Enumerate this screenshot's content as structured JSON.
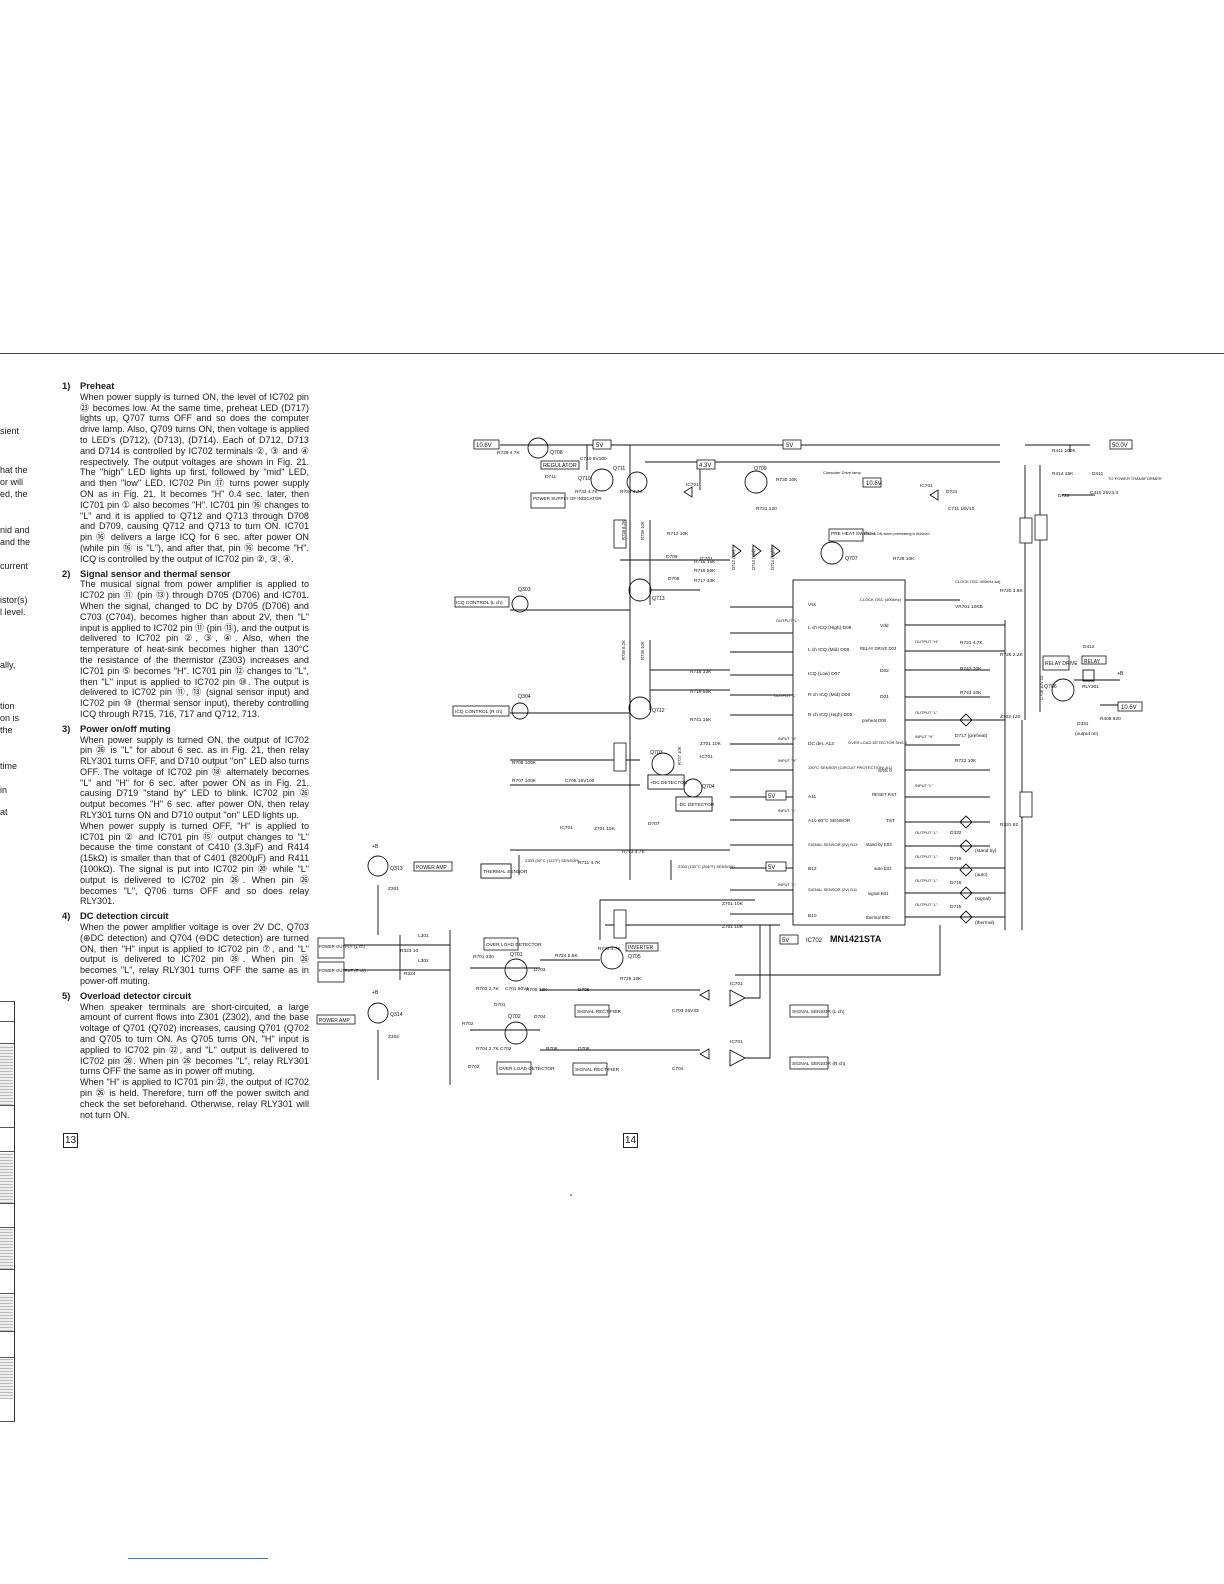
{
  "left_fragments": [
    "sient",
    "hat the",
    "or will",
    "ed, the",
    "nid and",
    "and the",
    "current",
    "istor(s)",
    "l level.",
    "ally,",
    "tion",
    "on is",
    "the",
    "time",
    "in",
    "at"
  ],
  "sections": [
    {
      "num": "1)",
      "title": "Preheat",
      "paragraphs": [
        "When power supply is turned ON, the level of IC702 pin ㉓ becomes low. At the same time, preheat LED (D717) lights up, Q707 turns OFF and so does the computer drive lamp. Also, Q709 turns ON, then voltage is applied to LED's (D712), (D713), (D714). Each of D712, D713 and D714 is controlled by IC702 terminals ②, ③ and ④ respectively. The output voltages are shown in Fig. 21. The \"high\" LED lights up first, followed by \"mid\" LED, and then \"low\" LED. IC702 Pin ⑰ turns power supply ON as in Fig. 21. It becomes \"H\" 0.4 sec. later, then IC701 pin ① also becomes \"H\". IC701 pin ⑯ changes to \"L\" and it is applied to Q712 and Q713 through D708 and D709, causing Q712 and Q713 to turn ON. IC701 pin ⑯ delivers a large ICQ for 6 sec. after power ON (while pin ⑯ is \"L\"), and after that, pin ⑯ become \"H\". ICQ is controlled by the output of IC702 pin ②, ③, ④."
      ]
    },
    {
      "num": "2)",
      "title": "Signal sensor and thermal sensor",
      "paragraphs": [
        "The musical signal from power amplifier is applied to IC702 pin ⑪ (pin ⑬) through D705 (D706) and IC701. When the signal, changed to DC by D705 (D706) and C703 (C704), becomes higher than about 2V, then \"L\" input is applied to IC702 pin ⑪ (pin ⑬), and the output is delivered to IC702 pin ②, ③, ④. Also, when the temperature of heat-sink becomes higher than 130°C the resistance of the thermistor (Z303) increases and IC701 pin ⑤ becomes \"H\". IC701 pin ⑫ changes to \"L\", then \"L\" input is applied to IC702 pin ⑩. The output is delivered to IC702 pin ⑪, ⑬ (signal sensor input) and IC702 pin ⑩ (thermal sensor input), thereby controlling ICQ through R715, 716, 717 and Q712, 713."
      ]
    },
    {
      "num": "3)",
      "title": "Power on/off muting",
      "paragraphs": [
        "When power supply is turned ON, the output of IC702 pin ㉖ is \"L\" for about 6 sec. as in Fig. 21, then relay RLY301 turns OFF, and D710 output \"on\" LED also turns OFF. The voltage of IC702 pin ⑱ alternately becomes \"L\" and \"H\" for 6 sec. after power ON as in Fig. 21, causing D719 \"stand by\" LED to blink. IC702 pin ㉖ output becomes \"H\" 6 sec. after power ON, then relay RLY301 turns ON and D710 output \"on\" LED lights up.",
        "When power supply is turned OFF, \"H\" is applied to IC701 pin ② and IC701 pin ⑮ output changes to \"L\" because the time constant of C410 (3.3μF) and R414 (15kΩ) is smaller than that of C401 (8200μF) and R411 (100kΩ). The signal is put into IC702 pin ⑳ while \"L\" output is delivered to IC702 pin ㉖. When pin ㉖ becomes \"L\", Q706 turns OFF and so does relay RLY301."
      ]
    },
    {
      "num": "4)",
      "title": "DC detection circuit",
      "paragraphs": [
        "When the power amplifier voltage is over 2V DC, Q703 (⊕DC detection) and Q704 (⊖DC detection) are turned ON, then \"H\" input is applied to IC702 pin ⑦, and \"L\" output is delivered to IC702 pin ㉖. When pin ㉖ becomes \"L\", relay RLY301 turns OFF the same as in power-off muting."
      ]
    },
    {
      "num": "5)",
      "title": "Overload detector circuit",
      "paragraphs": [
        "When speaker terminals are short-circuited, a large amount of current flows into Z301 (Z302), and the base voltage of Q701 (Q702) increases, causing Q701 (Q702 and Q705 to turn ON. As Q705 turns ON, \"H\" input is applied to IC702 pin ㉒, and \"L\" output is delivered to IC702 pin ㉖. When pin ㉖ becomes \"L\", relay RLY301 turns OFF the same as in power off muting.",
        "When \"H\" is applied to IC701 pin ㉒, the output of IC702 pin ㉖ is held. Therefore, turn off the power switch and check the set beforehand. Otherwise, relay RLY301 will not turn ON."
      ]
    }
  ],
  "page_numbers": {
    "left": "13",
    "right": "14"
  },
  "schematic": {
    "ic_name": "MN1421STA",
    "ic_ref": "IC702",
    "supply": {
      "v10_6": "10.6V",
      "v5": "5V",
      "v4_3": "4.3V",
      "v50": "50.0V",
      "plus_b": "+B"
    },
    "left_pins": [
      {
        "n": "1",
        "label": "Vss"
      },
      {
        "n": "2",
        "label": "L ch ICQ (High) D09"
      },
      {
        "n": "3",
        "label": "L ch ICQ (Mid) D08"
      },
      {
        "n": "4",
        "label": "ICQ (Low) D07"
      },
      {
        "n": "5",
        "label": "R ch ICQ (Mid) D06"
      },
      {
        "n": "6",
        "label": "R ch ICQ (High) D05"
      },
      {
        "n": "7",
        "label": "DC det. A13"
      },
      {
        "n": "8",
        "label": "130°C SENSOR (CIRCUIT PROTECTION) A12"
      },
      {
        "n": "9",
        "label": "A11"
      },
      {
        "n": "10",
        "label": "A10 60°C SENSOR"
      },
      {
        "n": "11",
        "label": "SIGNAL SENSOR (2V) B13"
      },
      {
        "n": "12",
        "label": "B12"
      },
      {
        "n": "13",
        "label": "SIGNAL SENSOR (2V) B11"
      },
      {
        "n": "14",
        "label": "B10"
      }
    ],
    "right_pins": [
      {
        "n": "28",
        "label": "CLOCK OSC (400kHz)"
      },
      {
        "n": "27",
        "label": "Vdd"
      },
      {
        "n": "26",
        "label": "RELAY DRIVE D03"
      },
      {
        "n": "25",
        "label": "D02"
      },
      {
        "n": "24",
        "label": "D01"
      },
      {
        "n": "23",
        "label": "preheat D00"
      },
      {
        "n": "22",
        "label": "OVER LOAD DETECTOR SNS 1"
      },
      {
        "n": "21",
        "label": "SNS 0"
      },
      {
        "n": "20",
        "label": "RESET RST"
      },
      {
        "n": "19",
        "label": "TST"
      },
      {
        "n": "18",
        "label": "stand by E03"
      },
      {
        "n": "17",
        "label": "auto E02"
      },
      {
        "n": "16",
        "label": "signal E01"
      },
      {
        "n": "15",
        "label": "thermal E00"
      }
    ],
    "boxes": {
      "regulator": "REGULATOR",
      "power_supply_indicator": "POWER SUPPLY OF INDICATOR",
      "preheat_switch": "PRE HEAT SWITCH",
      "icq_control_l": "ICQ CONTROL (L ch)",
      "icq_control_r": "ICQ CONTROL (R ch)",
      "plus_dc": "+DC DETECTOR",
      "minus_dc": "-DC DETECTOR",
      "thermal_sensor": "THERMAL SENSOR",
      "power_amp": "POWER AMP",
      "power_output_l": "POWER OUTPUT (L ch)",
      "power_output_r": "POWER OUTPUT (R ch)",
      "over_load_1": "OVER LOAD DETECTOR",
      "over_load_2": "OVER LOAD DETECTOR",
      "inverter": "INVERTER",
      "signal_rect_1": "SIGNAL RECTIFIER",
      "signal_rect_2": "SIGNAL RECTIFIER",
      "signal_sensor_l": "SIGNAL SENSOR (L ch)",
      "signal_sensor_r": "SIGNAL SENSOR (R ch)",
      "relay_drive": "RELAY DRIVE",
      "relay": "RELAY"
    },
    "notes": {
      "computer_drive_lamp": "Computer Drive lamp",
      "preheat_note": "It turns ON when preheating is finished",
      "to_power_transformer": "TO POWER TRANSFORMER",
      "output_on": "(output on)",
      "clock_osc": "CLOCK OSC 400kHz adj."
    },
    "parts": {
      "q708": "Q708",
      "q710": "Q710",
      "q711": "Q711",
      "q709": "Q709",
      "q707": "Q707",
      "q713": "Q713",
      "q712": "Q712",
      "q703": "Q703",
      "q704": "Q704",
      "q701": "Q701",
      "q702": "Q702",
      "q705": "Q705",
      "q706": "Q706",
      "q303": "Q303",
      "q304": "Q304",
      "q313": "Q313",
      "q314": "Q314",
      "r729": "R729 4.7K",
      "d711": "D711",
      "c710": "C710 6V100",
      "r733": "R733 4.7K",
      "r734": "R734 4.7K",
      "r730": "R730 10K",
      "r731": "R731 120",
      "c711": "C711 16V10",
      "d721": "D721",
      "r728": "R728 10K",
      "r712": "R712 10K",
      "r715": "R715 15K",
      "r716": "R716 56K",
      "r717": "R717 33K",
      "r718": "R718 33K",
      "r719": "R719 56K",
      "r741": "R741 15K",
      "r738": "R738 8.2K",
      "r739": "R739 10K",
      "r735": "R735 8.2K",
      "r736": "R736 10K",
      "d709": "D709",
      "d708": "D708",
      "d712": "D712 (low)",
      "d713": "D713 (mid)",
      "d714": "D714 (high)",
      "r411": "R411 100K",
      "r414": "R414 15K",
      "d411": "D411",
      "d720": "D720",
      "c410": "C410 25V3.3",
      "r720": "R720 3.9K",
      "vr701": "VR701 10KB",
      "r721": "R721 4.7K",
      "r726": "R726 2.2K",
      "r742": "R742 10K",
      "r743": "R743 10K",
      "d412": "D412",
      "rly301": "RLY301",
      "r408": "R408 820",
      "d331": "D331",
      "c708": "C708 10V 10",
      "z702": "Z702 120",
      "d717": "D717 (preheat)",
      "r722": "R722 10K",
      "r331": "R331 82",
      "d332": "D332",
      "d718": "D718",
      "d716": "D716",
      "d715": "D715",
      "standby_led": "(stand by)",
      "auto_led": "(auto)",
      "signal_led": "(signal)",
      "thermal_led": "(thermal)",
      "r708": "R708 100K",
      "r707": "R707 100K",
      "c705": "C705 16V100",
      "r727": "R727 10K",
      "z701_1": "Z701 10K",
      "z701_2": "Z701 10K",
      "z701_3": "Z701 10K",
      "z701_4": "Z701 10K",
      "d707": "D707",
      "r713": "R713 4.7K",
      "r711": "R711 4.7K",
      "z303": "Z303 (50°C (122°F) SENSOR)",
      "z303b": "Z303 (130°C (266°F) SENSOR)",
      "z301": "Z301",
      "z302": "Z302",
      "l301": "L301",
      "l302": "L302",
      "r323": "R323 10",
      "r324": "R324",
      "r701": "R701 330",
      "r703": "R703 2.7K",
      "c701": "C701 50V1",
      "r724": "R724 5.6K",
      "r723": "R723 4.7K",
      "r725": "R725 10K",
      "r705": "R705 33K",
      "d705": "D705",
      "c703": "C703 25V33",
      "d701": "D701",
      "d703": "D703",
      "d704": "D704",
      "r702": "R702",
      "r704": "R704 2.7K",
      "c702": "C702",
      "r706": "R706",
      "d706": "D706",
      "c704": "C704",
      "d702": "D702",
      "ic701": "IC701",
      "out_l": "OUTPUT \"L\"",
      "out_h": "OUTPUT \"H\"",
      "in_h": "INPUT \"H\"",
      "in_l": "INPUT \"L\""
    }
  }
}
